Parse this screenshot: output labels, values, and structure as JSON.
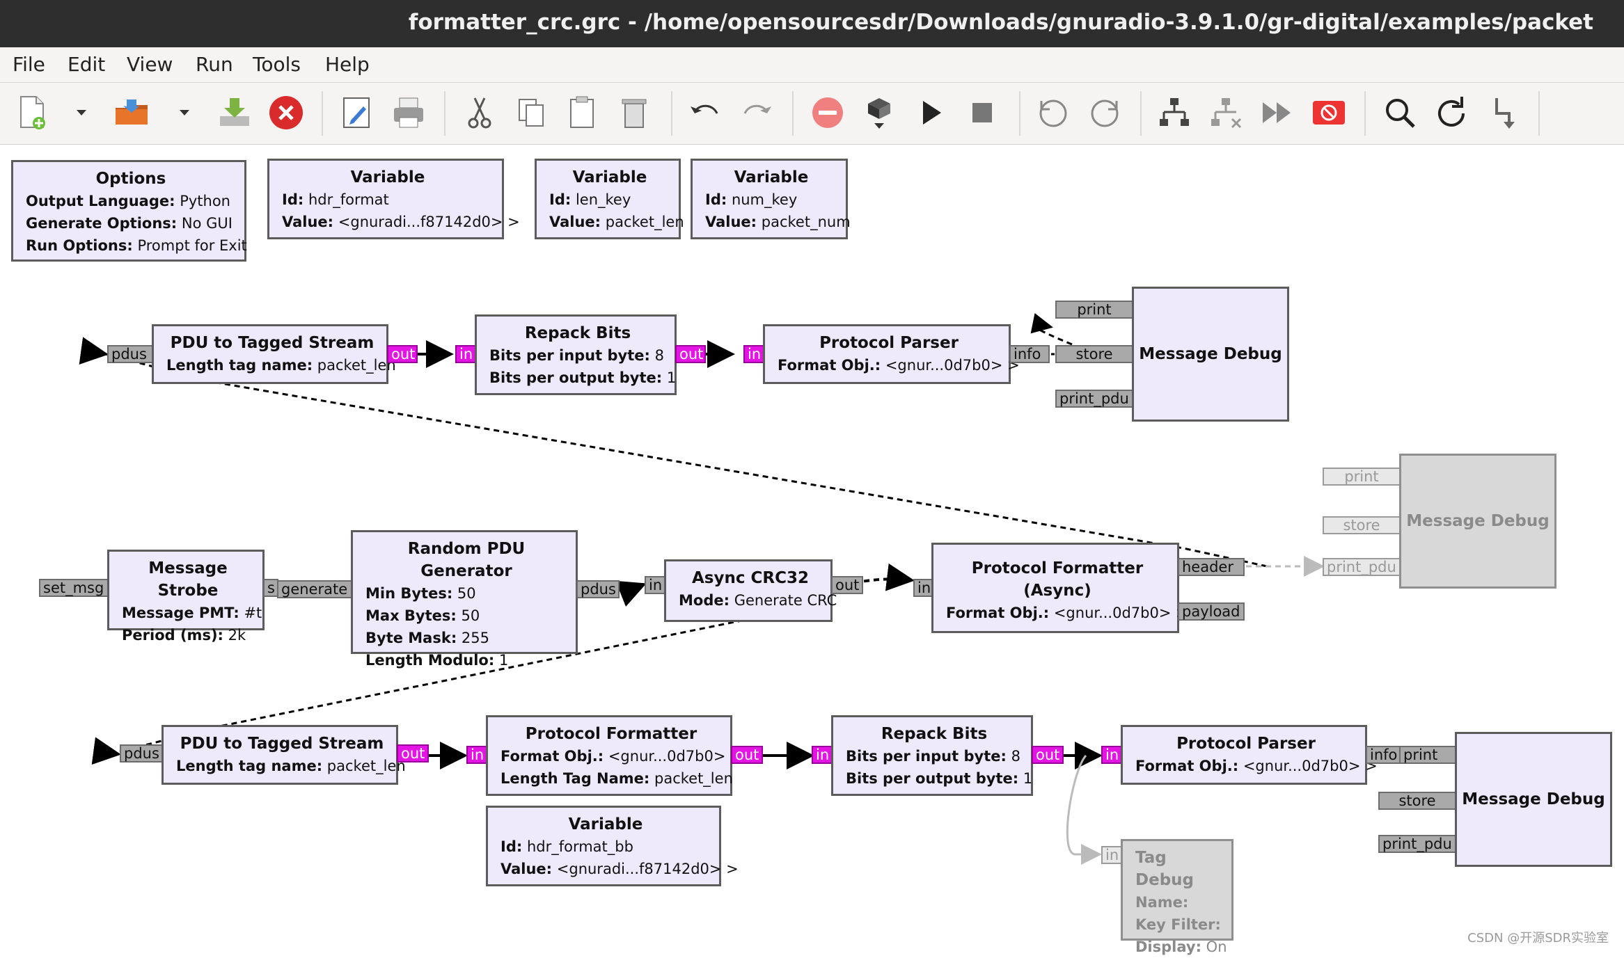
{
  "window": {
    "title": "formatter_crc.grc - /home/opensourcesdr/Downloads/gnuradio-3.9.1.0/gr-digital/examples/packet"
  },
  "menu": [
    "File",
    "Edit",
    "View",
    "Run",
    "Tools",
    "Help"
  ],
  "toolbar": {
    "icons": [
      "new-file-icon",
      "dropdown-arrow-icon",
      "open-folder-icon",
      "dropdown-arrow-icon",
      "save-icon",
      "close-icon",
      "edit-properties-icon",
      "print-icon",
      "cut-icon",
      "copy-icon",
      "paste-icon",
      "delete-icon",
      "undo-icon",
      "redo-icon",
      "disable-icon",
      "generate-icon",
      "run-icon",
      "stop-icon",
      "rotate-ccw-icon",
      "rotate-cw-icon",
      "enable-blocks-icon",
      "disable-blocks-icon",
      "bypass-icon",
      "kill-icon",
      "find-icon",
      "reload-icon",
      "block-bypass-icon"
    ]
  },
  "blocks": {
    "options": {
      "title": "Options",
      "rows": [
        {
          "key": "Output Language:",
          "value": "Python"
        },
        {
          "key": "Generate Options:",
          "value": "No GUI"
        },
        {
          "key": "Run Options:",
          "value": "Prompt for Exit"
        }
      ]
    },
    "var_hdr_format": {
      "title": "Variable",
      "rows": [
        {
          "key": "Id:",
          "value": "hdr_format"
        },
        {
          "key": "Value:",
          "value": "<gnuradi...f87142d0> >"
        }
      ]
    },
    "var_len_key": {
      "title": "Variable",
      "rows": [
        {
          "key": "Id:",
          "value": "len_key"
        },
        {
          "key": "Value:",
          "value": "packet_len"
        }
      ]
    },
    "var_num_key": {
      "title": "Variable",
      "rows": [
        {
          "key": "Id:",
          "value": "num_key"
        },
        {
          "key": "Value:",
          "value": "packet_num"
        }
      ]
    },
    "pdu_tagged_1": {
      "title": "PDU to Tagged Stream",
      "rows": [
        {
          "key": "Length tag name:",
          "value": "packet_len"
        }
      ]
    },
    "repack_1": {
      "title": "Repack Bits",
      "rows": [
        {
          "key": "Bits per input byte:",
          "value": "8"
        },
        {
          "key": "Bits per output byte:",
          "value": "1"
        }
      ]
    },
    "parser_1": {
      "title": "Protocol Parser",
      "rows": [
        {
          "key": "Format Obj.:",
          "value": "<gnur...0d7b0> >"
        }
      ]
    },
    "msgdebug_1": {
      "title": "Message Debug"
    },
    "msgdebug_disabled": {
      "title": "Message Debug"
    },
    "strobe": {
      "title": "Message Strobe",
      "rows": [
        {
          "key": "Message PMT:",
          "value": "#t"
        },
        {
          "key": "Period (ms):",
          "value": "2k"
        }
      ]
    },
    "random_pdu": {
      "title": "Random PDU Generator",
      "rows": [
        {
          "key": "Min Bytes:",
          "value": "50"
        },
        {
          "key": "Max Bytes:",
          "value": "50"
        },
        {
          "key": "Byte Mask:",
          "value": "255"
        },
        {
          "key": "Length Modulo:",
          "value": "1"
        }
      ]
    },
    "crc32": {
      "title": "Async CRC32",
      "rows": [
        {
          "key": "Mode:",
          "value": "Generate CRC"
        }
      ]
    },
    "formatter_async": {
      "title": "Protocol Formatter (Async)",
      "rows": [
        {
          "key": "Format Obj.:",
          "value": "<gnur...0d7b0> >"
        }
      ]
    },
    "pdu_tagged_2": {
      "title": "PDU to Tagged Stream",
      "rows": [
        {
          "key": "Length tag name:",
          "value": "packet_len"
        }
      ]
    },
    "formatter": {
      "title": "Protocol Formatter",
      "rows": [
        {
          "key": "Format Obj.:",
          "value": "<gnur...0d7b0> >"
        },
        {
          "key": "Length Tag Name:",
          "value": "packet_len"
        }
      ]
    },
    "repack_2": {
      "title": "Repack Bits",
      "rows": [
        {
          "key": "Bits per input byte:",
          "value": "8"
        },
        {
          "key": "Bits per output byte:",
          "value": "1"
        }
      ]
    },
    "parser_2": {
      "title": "Protocol Parser",
      "rows": [
        {
          "key": "Format Obj.:",
          "value": "<gnur...0d7b0> >"
        }
      ]
    },
    "msgdebug_2": {
      "title": "Message Debug"
    },
    "var_hdr_format_bb": {
      "title": "Variable",
      "rows": [
        {
          "key": "Id:",
          "value": "hdr_format_bb"
        },
        {
          "key": "Value:",
          "value": "<gnuradi...f87142d0> >"
        }
      ]
    },
    "tag_debug": {
      "title": "Tag Debug",
      "rows": [
        {
          "key": "Name:",
          "value": ""
        },
        {
          "key": "Key Filter:",
          "value": ""
        },
        {
          "key": "Display:",
          "value": "On"
        }
      ]
    }
  },
  "ports": {
    "pdus": "pdus",
    "out": "out",
    "in": "in",
    "info": "info",
    "print": "print",
    "store": "store",
    "print_pdu": "print_pdu",
    "set_msg": "set_msg",
    "strobe_out": "s",
    "generate": "generate",
    "header": "header",
    "payload": "payload"
  },
  "watermark": "CSDN @开源SDR实验室",
  "colors": {
    "block_fill": "#eeeafc",
    "stream_port": "#e414e4",
    "msg_port": "#a9a9a9",
    "disabled": "#d8d8d8"
  }
}
